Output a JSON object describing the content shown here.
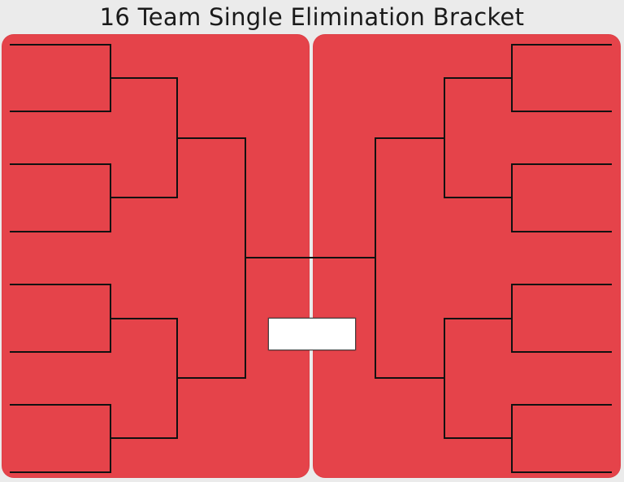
{
  "title": "16 Team Single Elimination Bracket",
  "colors": {
    "panel": "#e5434a",
    "background": "#ebebeb",
    "lines": "#111111",
    "champion_box": "#ffffff"
  },
  "bracket": {
    "teams": 16,
    "format": "single elimination",
    "left_side": {
      "round1_slots": 8,
      "round2_slots": 4,
      "round3_slots": 2,
      "round4_slots": 1
    },
    "right_side": {
      "round1_slots": 8,
      "round2_slots": 4,
      "round3_slots": 2,
      "round4_slots": 1
    },
    "champion": ""
  }
}
